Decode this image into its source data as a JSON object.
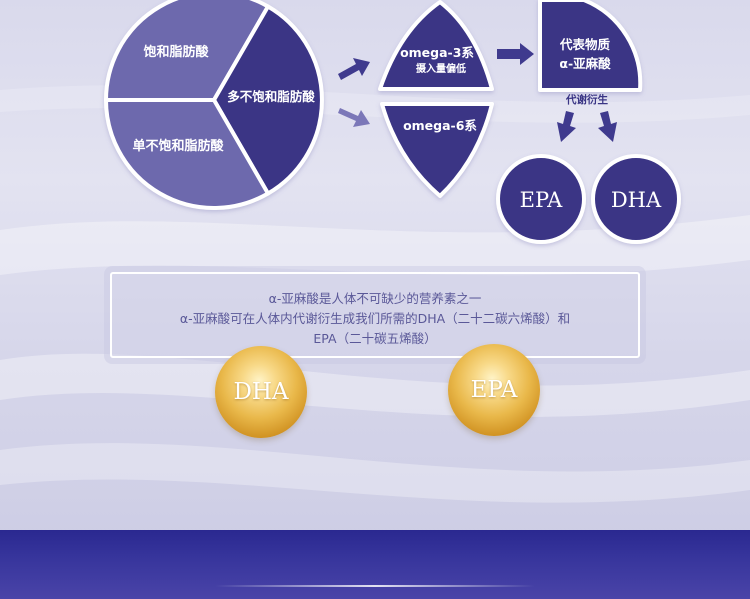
{
  "colors": {
    "deep_indigo": "#3a3585",
    "mid_purple": "#6d69ad",
    "light_purple": "#8a86bf",
    "arrow_dark": "#3f3a8e",
    "arrow_light": "#7b77b8",
    "gold": "#e0ab3a"
  },
  "pie": {
    "saturated": "饱和脂肪酸",
    "polyunsaturated": "多不饱和脂肪酸",
    "monounsaturated": "单不饱和脂肪酸"
  },
  "omega3": {
    "name": "omega-3系",
    "note": "摄入量偏低"
  },
  "omega6": {
    "name": "omega-6系"
  },
  "metabolite_source": {
    "title": "代表物质",
    "name": "α-亚麻酸"
  },
  "derive_label": "代谢衍生",
  "products": {
    "epa": "EPA",
    "dha": "DHA"
  },
  "info": {
    "line1": "α-亚麻酸是人体不可缺少的营养素之一",
    "line2": "α-亚麻酸可在人体内代谢衍生成我们所需的DHA（二十二碳六烯酸）和",
    "line3": "EPA（二十碳五烯酸）"
  },
  "gold_balls": {
    "left": "DHA",
    "right": "EPA"
  }
}
